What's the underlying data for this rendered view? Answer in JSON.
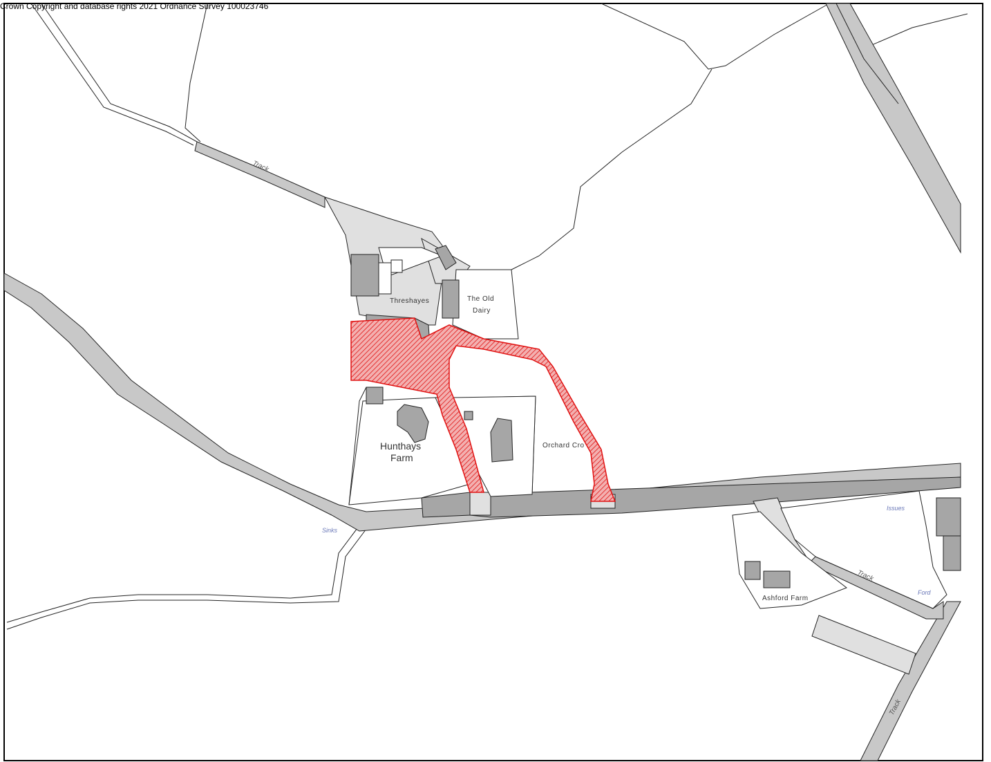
{
  "copyright": "Crown Copyright and database rights 2021 Ordnance Survey 100023746",
  "labels": {
    "threshayes": "Threshayes",
    "old_dairy_1": "The Old",
    "old_dairy_2": "Dairy",
    "hunthays_1": "Hunthays",
    "hunthays_2": "Farm",
    "orchard": "Orchard Cro",
    "ashford": "Ashford Farm",
    "issues": "Issues",
    "ford": "Ford",
    "sinks": "Sinks",
    "track_nw": "Track",
    "track_se": "Track",
    "track_s": "Track"
  },
  "colors": {
    "road": "#c8c8c8",
    "building": "#a6a6a6",
    "yard": "#e0e0e0",
    "outline": "#222222",
    "site": "#e01010",
    "water_label": "#6a78b8"
  }
}
